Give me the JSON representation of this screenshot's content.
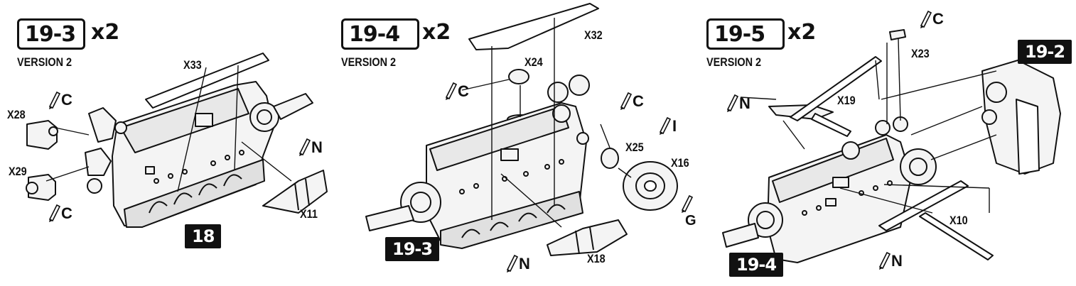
{
  "panels": [
    {
      "step": "19-3",
      "multiplier": "x2",
      "version": "VERSION 2",
      "parts": [
        "X33",
        "X28",
        "X29",
        "X11"
      ],
      "paints": [
        "C",
        "C",
        "N"
      ],
      "ref_badge": "18"
    },
    {
      "step": "19-4",
      "multiplier": "x2",
      "version": "VERSION 2",
      "parts": [
        "X32",
        "X24",
        "X25",
        "X16",
        "X18"
      ],
      "paints": [
        "C",
        "C",
        "I",
        "G",
        "N"
      ],
      "ref_badge": "19-3"
    },
    {
      "step": "19-5",
      "multiplier": "x2",
      "version": "VERSION 2",
      "parts": [
        "X23",
        "X19",
        "X10"
      ],
      "paints": [
        "C",
        "N",
        "N"
      ],
      "ref_badges": [
        "19-2",
        "19-4"
      ]
    }
  ]
}
